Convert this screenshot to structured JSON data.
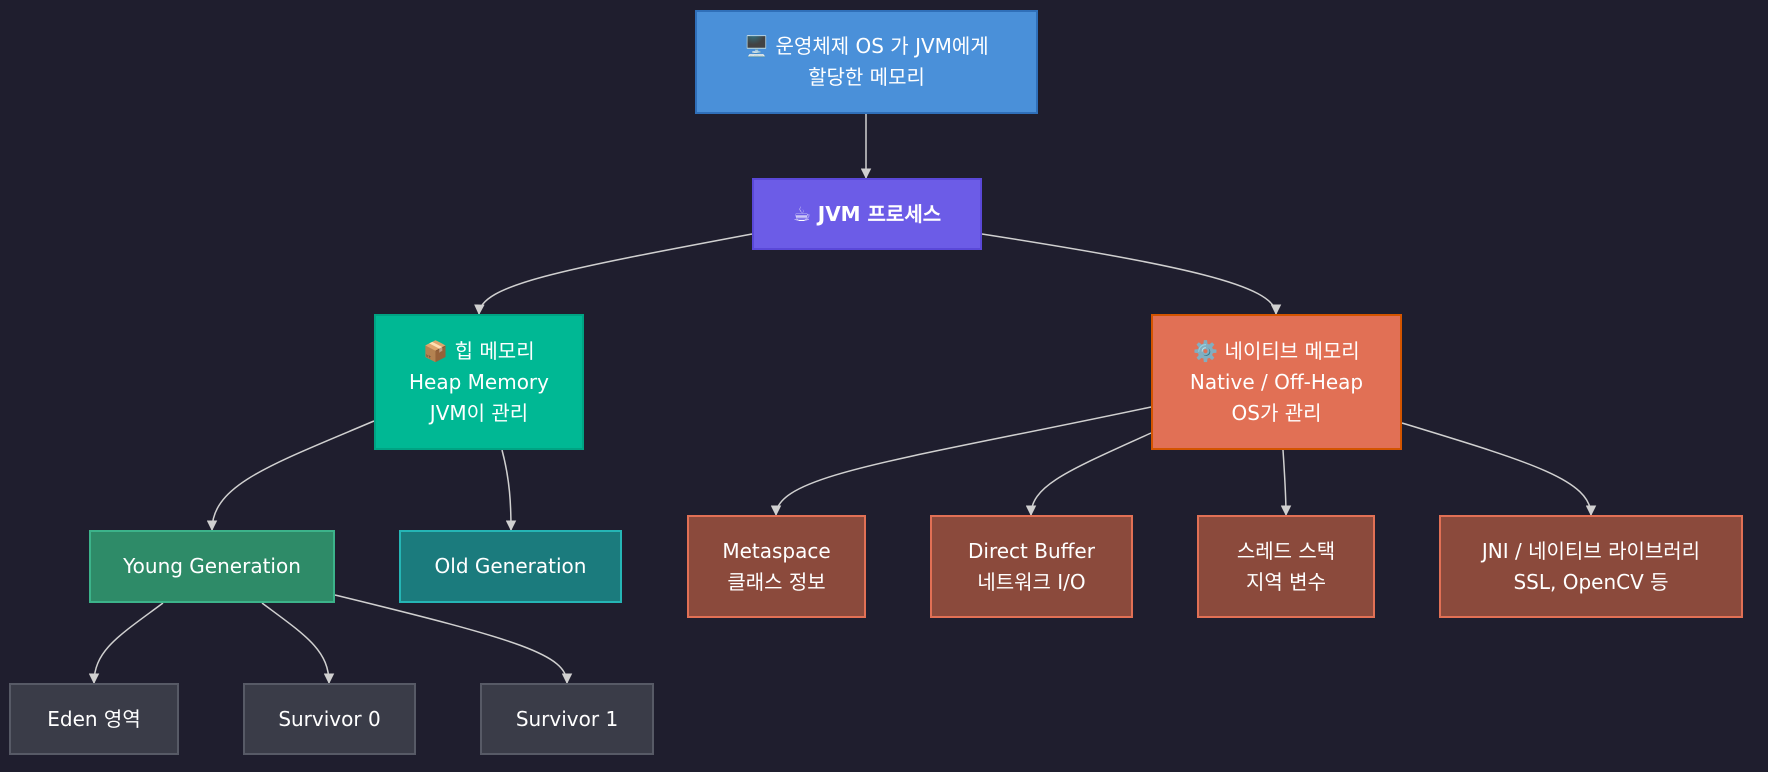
{
  "colors": {
    "background": "#1f1e2e",
    "edge": "#d0d0d0",
    "os_node": "#4a90d9",
    "jvm_node": "#6c5ce7",
    "heap_node": "#00b894",
    "native_node": "#e17055",
    "young_node": "#2e8b68",
    "old_node": "#1b7b7d",
    "native_child_node": "#8b4a3c",
    "survivor_node": "#3a3c48"
  },
  "nodes": {
    "os": {
      "icon": "desktop-computer-icon",
      "line1": "🖥️ 운영체제 OS 가 JVM에게",
      "line2": "할당한 메모리"
    },
    "jvm": {
      "icon": "coffee-cup-icon",
      "line1": "☕ JVM 프로세스"
    },
    "heap": {
      "icon": "package-icon",
      "line1": "📦 힙 메모리",
      "line2": "Heap Memory",
      "line3": "JVM이 관리"
    },
    "native": {
      "icon": "gear-icon",
      "line1": "⚙️ 네이티브 메모리",
      "line2": "Native / Off-Heap",
      "line3": "OS가 관리"
    },
    "young": {
      "line1": "Young Generation"
    },
    "old": {
      "line1": "Old Generation"
    },
    "metaspace": {
      "line1": "Metaspace",
      "line2": "클래스 정보"
    },
    "direct_buffer": {
      "line1": "Direct Buffer",
      "line2": "네트워크 I/O"
    },
    "thread_stack": {
      "line1": "스레드 스택",
      "line2": "지역 변수"
    },
    "jni": {
      "line1": "JNI / 네이티브 라이브러리",
      "line2": "SSL, OpenCV 등"
    },
    "eden": {
      "line1": "Eden 영역"
    },
    "survivor0": {
      "line1": "Survivor 0"
    },
    "survivor1": {
      "line1": "Survivor 1"
    }
  },
  "edges": [
    {
      "from": "os",
      "to": "jvm"
    },
    {
      "from": "jvm",
      "to": "heap"
    },
    {
      "from": "jvm",
      "to": "native"
    },
    {
      "from": "heap",
      "to": "young"
    },
    {
      "from": "heap",
      "to": "old"
    },
    {
      "from": "native",
      "to": "metaspace"
    },
    {
      "from": "native",
      "to": "direct_buffer"
    },
    {
      "from": "native",
      "to": "thread_stack"
    },
    {
      "from": "native",
      "to": "jni"
    },
    {
      "from": "young",
      "to": "eden"
    },
    {
      "from": "young",
      "to": "survivor0"
    },
    {
      "from": "young",
      "to": "survivor1"
    }
  ]
}
